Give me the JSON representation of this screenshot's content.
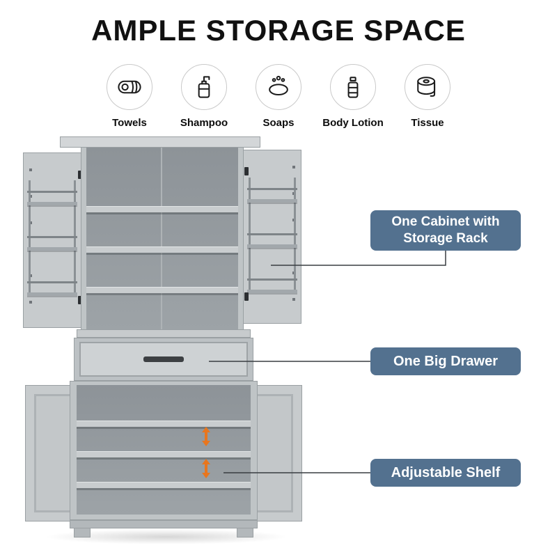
{
  "title": "AMPLE STORAGE SPACE",
  "features": [
    {
      "label": "Towels",
      "icon": "towel-icon"
    },
    {
      "label": "Shampoo",
      "icon": "shampoo-icon"
    },
    {
      "label": "Soaps",
      "icon": "soap-icon"
    },
    {
      "label": "Body Lotion",
      "icon": "lotion-icon"
    },
    {
      "label": "Tissue",
      "icon": "tissue-icon"
    }
  ],
  "callouts": {
    "cabinet_rack": {
      "line1": "One Cabinet with",
      "line2": "Storage Rack"
    },
    "big_drawer": {
      "label": "One Big Drawer"
    },
    "adjustable_shelf": {
      "label": "Adjustable Shelf"
    }
  },
  "colors": {
    "callout_bg": "#53718f",
    "callout_text": "#ffffff",
    "arrow_accent": "#e8761e",
    "title_color": "#111111"
  }
}
